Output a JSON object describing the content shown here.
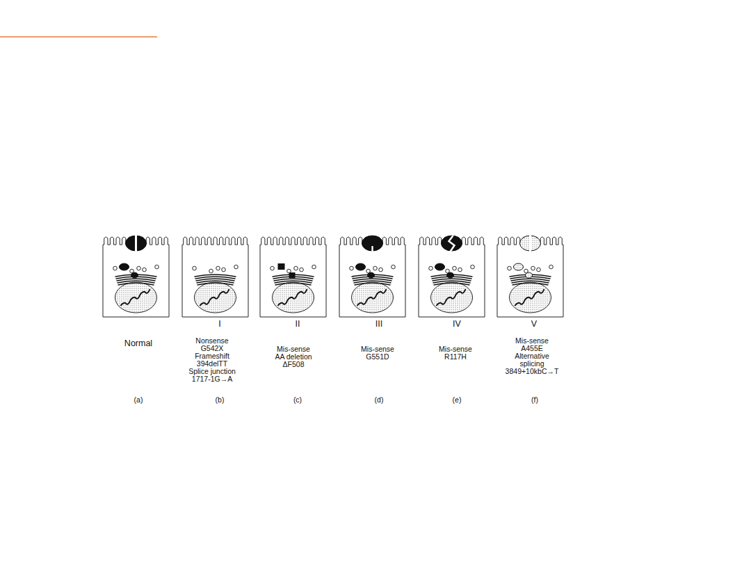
{
  "diagram": {
    "labels": [
      "Normal",
      "I",
      "Nonsense",
      "G542X",
      "Frameshift",
      "394delTT",
      "Splice junction",
      "1717-1G→A",
      "II",
      "Mis-sense",
      "AA deletion",
      "ΔF508",
      "III",
      "Mis-sense",
      "G551D",
      "IV",
      "Mis-sense",
      "R117H",
      "V",
      "Mis-sense",
      "A455E",
      "Alternative",
      "splicing",
      "3849+10kbC→T",
      "(a)",
      "(b)",
      "(c)",
      "(d)",
      "(e)",
      "(f)"
    ]
  }
}
